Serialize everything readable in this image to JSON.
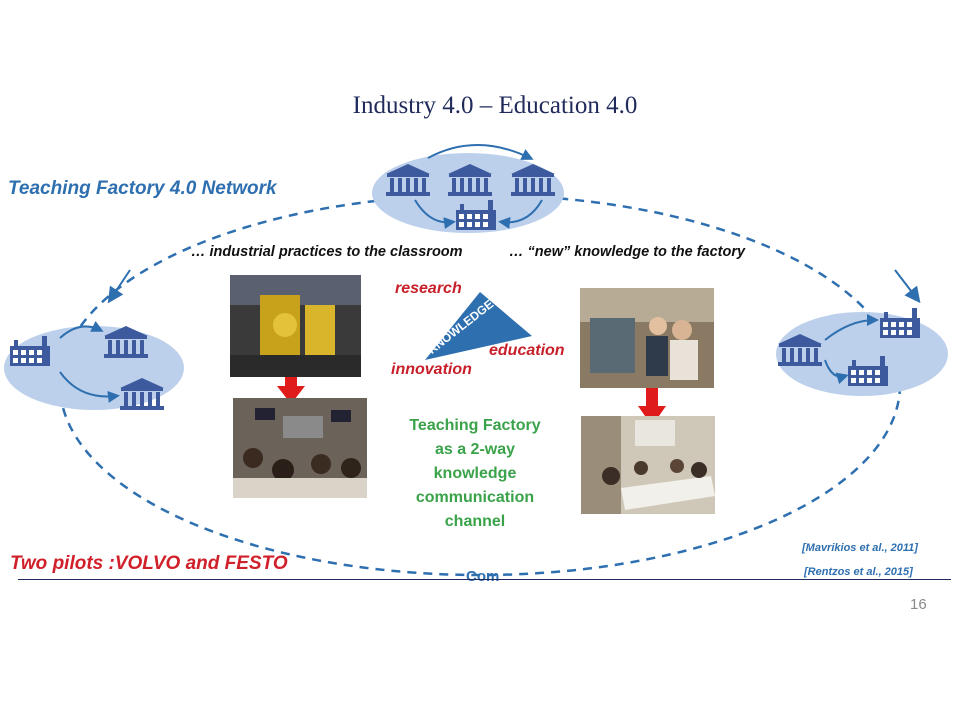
{
  "slide": {
    "title": "Industry 4.0 – Education 4.0",
    "network_label": "Teaching Factory 4.0 Network",
    "caption_left": "… industrial practices to the classroom",
    "caption_right": "… “new” knowledge to the factory",
    "triangle_label": "KNOWLEDGE",
    "keywords": {
      "research": "research",
      "education": "education",
      "innovation": "innovation"
    },
    "teaching_factory_lines": [
      "Teaching Factory",
      "as a 2-way",
      "knowledge",
      "communication",
      "channel"
    ],
    "pilots_label": "Two pilots :VOLVO and FESTO",
    "references": [
      "[Mavrikios et al., 2011]",
      "[Rentzos et al., 2015]"
    ],
    "footer_text": "Com",
    "page_number": "16"
  },
  "colors": {
    "title": "#1f2a5a",
    "network_blue": "#2e6fb0",
    "accent_red": "#d0202a",
    "green_text": "#3aa34a",
    "cluster_fill": "#bcd0ec",
    "building_blue": "#3d5a9e"
  },
  "icons": [
    "university-building-icon",
    "factory-icon",
    "down-arrow-icon",
    "knowledge-triangle-icon"
  ]
}
